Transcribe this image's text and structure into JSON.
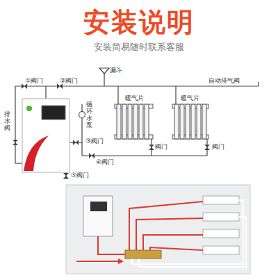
{
  "diagram": {
    "title": "安装说明",
    "labels": [
      "安装简易随时联系客服",
      "①阀门",
      "②阀门",
      "漏斗",
      "自动排气阀",
      "暖气片",
      "暖气片",
      "循环水泵",
      "阀门",
      "阀门",
      "③阀门",
      "④阀门",
      "⑤阀门",
      "排水阀"
    ]
  }
}
